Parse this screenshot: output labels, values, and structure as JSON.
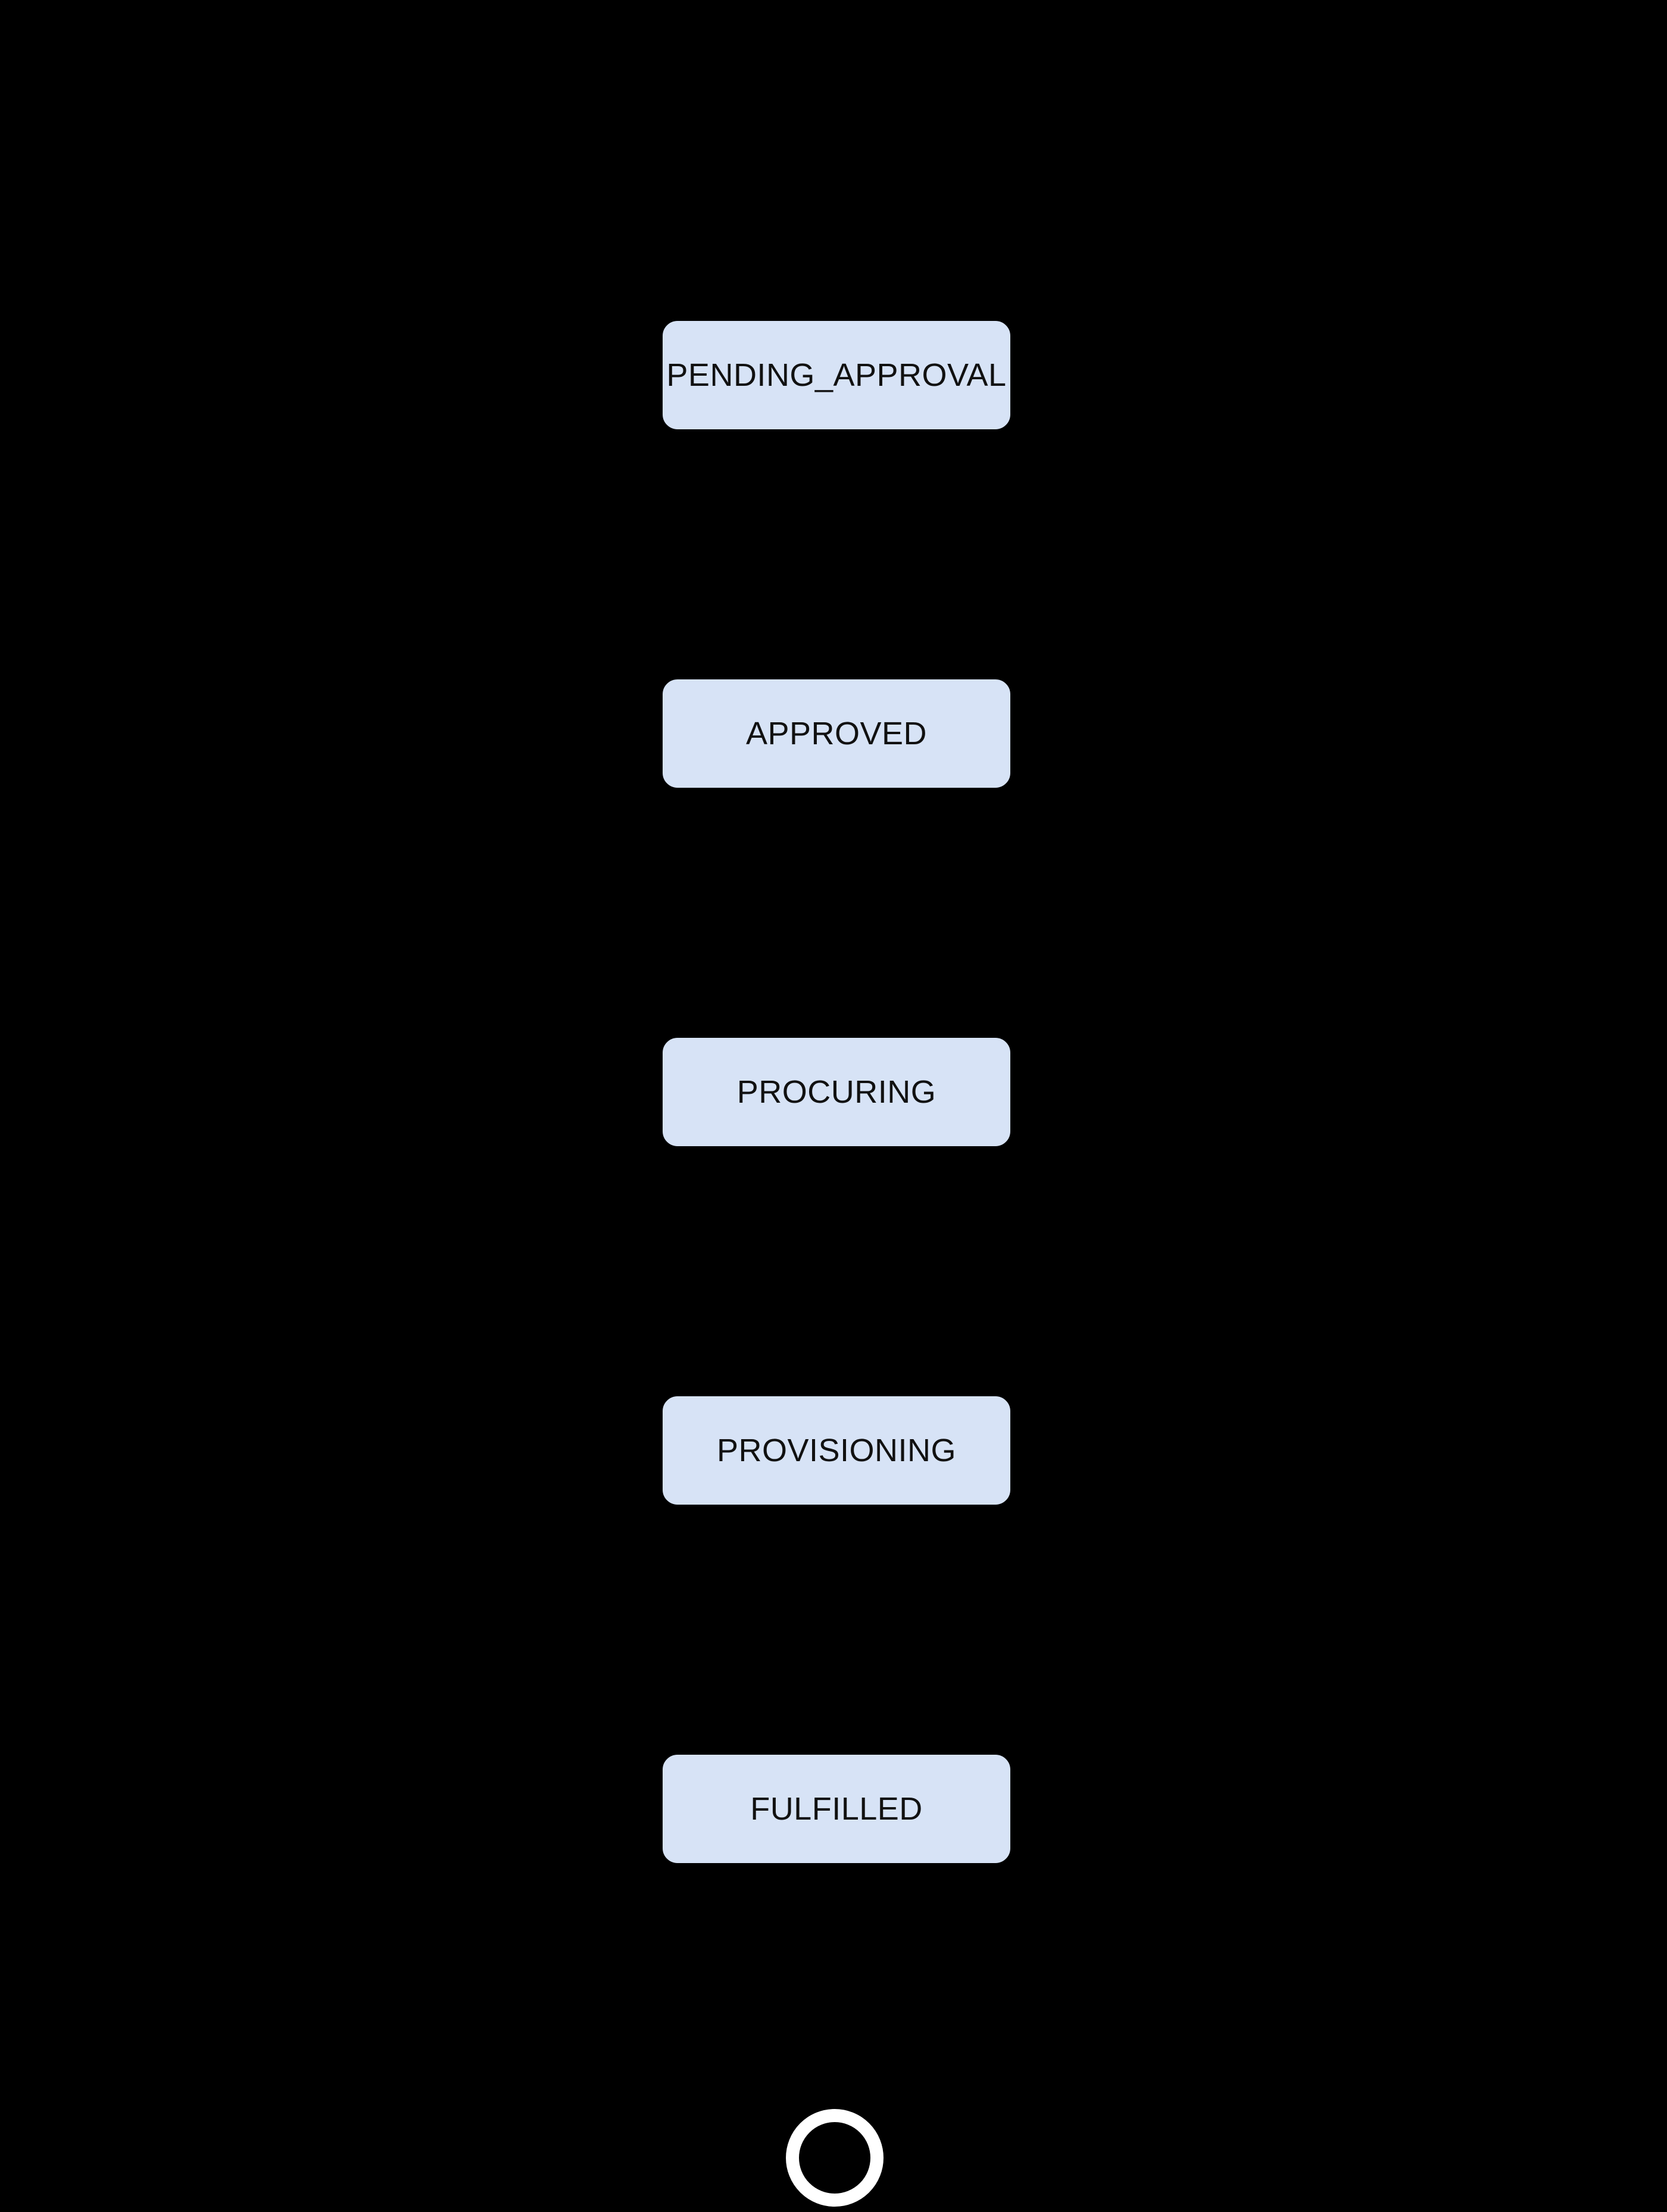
{
  "diagram": {
    "type": "state-flow",
    "orientation": "vertical",
    "background": "#000000",
    "states": [
      {
        "label": "PENDING_APPROVAL"
      },
      {
        "label": "APPROVED"
      },
      {
        "label": "PROCURING"
      },
      {
        "label": "PROVISIONING"
      },
      {
        "label": "FULFILLED"
      }
    ],
    "end_marker": "final-state-circle",
    "colors": {
      "node_fill": "#d7e3f6",
      "node_border": "#000000",
      "node_text": "#111111",
      "end_ring": "#ffffff",
      "background": "#000000"
    }
  }
}
